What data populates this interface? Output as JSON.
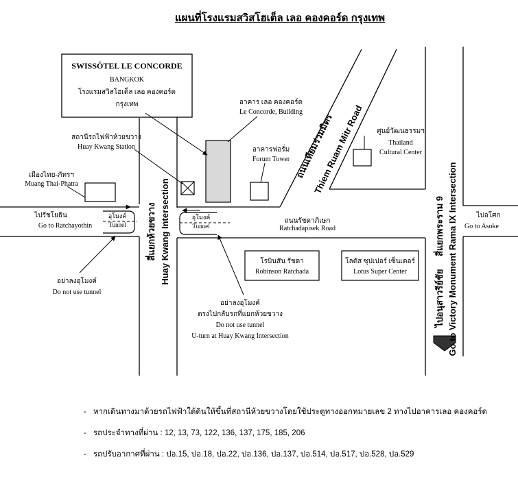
{
  "title": "แผนที่โรงแรมสวิสโฮเต็ล เลอ คองคอร์ด กรุงเทพ",
  "hotel_box": {
    "name_en": "SWISSÔTEL LE CONCORDE",
    "city_en": "BANGKOK",
    "name_th_1": "โรงแรมสวิสโฮเต็ล เลอ คองคอร์ด",
    "name_th_2": "กรุงเทพ"
  },
  "landmarks": {
    "le_concorde_th": "อาคาร เลอ คองคอร์ด",
    "le_concorde_en": "Le Concorde, Building",
    "forum_th": "อาคารฟอรั่ม",
    "forum_en": "Forum Tower",
    "station_th": "สถานีรถไฟฟ้าห้วยขวาง",
    "station_en": "Huay Kwang Station",
    "muang_th": "เมืองไทย-ภัทรฯ",
    "muang_en": "Muang Thai-Phatra",
    "cultural_th": "ศูนย์วัฒนธรรมฯ",
    "cultural_en_1": "Thailand",
    "cultural_en_2": "Cultural Center",
    "robinson_th": "โรบินสัน รัชดา",
    "robinson_en": "Robinson Ratchada",
    "lotus_th": "โลตัส ซุปเปอร์ เซ็นเตอร์",
    "lotus_en": "Lotus Super Center"
  },
  "roads": {
    "thiem_th": "ถนนเทียมร่วมมิตร",
    "thiem_en": "Thiem Ruam Mitr Road",
    "ratcha_th": "ถนนรัชดาภิเษก",
    "ratcha_en": "Ratchadapisek Road",
    "huaykwang_th": "สี่แยกห้วยขวาง",
    "huaykwang_en": "Huay Kwang Intersection",
    "rama9_th": "สี่แยกพระราม 9",
    "rama9_en": "Go to Victory Monument Rama IX Intersection",
    "victory_th": "ไปอนุสาวรีย์ชัย",
    "ratchayothin_th": "ไปรัชโยธิน",
    "ratchayothin_en": "Go to Ratchayothin",
    "asoke_th": "ไปอโศก",
    "asoke_en": "Go to Asoke"
  },
  "tunnel": {
    "label_th": "อุโมงค์",
    "label_en": "Tunnel"
  },
  "warnings": {
    "left_th": "อย่าลงอุโมงค์",
    "left_en": "Do not use tunnel",
    "right_th_1": "อย่าลงอุโมงค์",
    "right_th_2": "ตรงไปกลับรถที่แยกห้วยขวาง",
    "right_en_1": "Do not use tunnel",
    "right_en_2": "U-turn at Huay Kwang Intersection"
  },
  "notes": [
    "หากเดินทางมาด้วยรถไฟฟ้าใต้ดินให้ขึ้นที่สถานีห้วยขวางโดยใช้ประตูทางออกหมายเลข 2  ทางไปอาคารเลอ คองคอร์ด",
    "รถประจำทางที่ผ่าน :   12, 13, 73, 122, 136, 137, 175, 185, 206",
    "รถปรับอากาศที่ผ่าน :   ปอ.15, ปอ.18, ปอ.22, ปอ.136, ปอ.137, ปอ.514, ปอ.517, ปอ.528, ปอ.529"
  ]
}
